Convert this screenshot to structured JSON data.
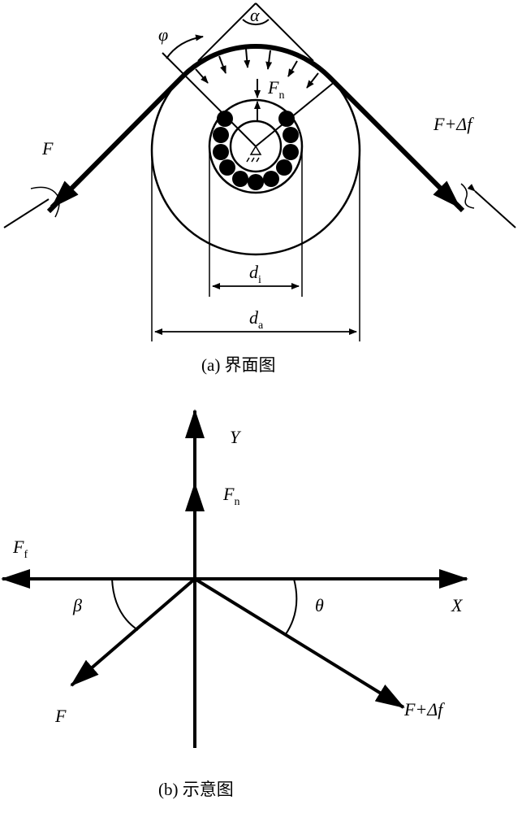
{
  "panel_a": {
    "caption": "(a) 界面图",
    "labels": {
      "phi": "φ",
      "alpha": "α",
      "Fn": "F",
      "Fn_sub": "n",
      "F": "F",
      "F_plus": "F+Δf",
      "di": "d",
      "di_sub": "i",
      "da": "d",
      "da_sub": "a"
    }
  },
  "panel_b": {
    "caption": "(b) 示意图",
    "labels": {
      "Y": "Y",
      "X": "X",
      "Fn": "F",
      "Fn_sub": "n",
      "Ff": "F",
      "Ff_sub": "f",
      "beta": "β",
      "theta": "θ",
      "F": "F",
      "F_plus": "F+Δf"
    }
  }
}
